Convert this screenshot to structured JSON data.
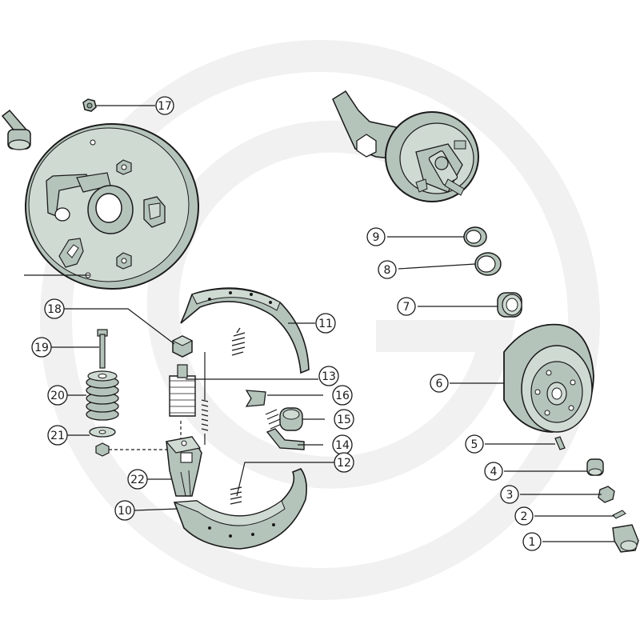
{
  "colors": {
    "part_fill": "#b5c4bb",
    "part_fill_light": "#cfdad3",
    "part_fill_dark": "#8fa398",
    "outline": "#1a1a1a",
    "watermark": "#f2f2f2",
    "background": "#ffffff"
  },
  "callouts": [
    {
      "id": "c1",
      "label": "1"
    },
    {
      "id": "c2",
      "label": "2"
    },
    {
      "id": "c3",
      "label": "3"
    },
    {
      "id": "c4",
      "label": "4"
    },
    {
      "id": "c5",
      "label": "5"
    },
    {
      "id": "c6",
      "label": "6"
    },
    {
      "id": "c7",
      "label": "7"
    },
    {
      "id": "c8",
      "label": "8"
    },
    {
      "id": "c9",
      "label": "9"
    },
    {
      "id": "c10",
      "label": "10"
    },
    {
      "id": "c11",
      "label": "11"
    },
    {
      "id": "c12",
      "label": "12"
    },
    {
      "id": "c13",
      "label": "13"
    },
    {
      "id": "c14",
      "label": "14"
    },
    {
      "id": "c15",
      "label": "15"
    },
    {
      "id": "c16",
      "label": "16"
    },
    {
      "id": "c17",
      "label": "17"
    },
    {
      "id": "c18",
      "label": "18"
    },
    {
      "id": "c19",
      "label": "19"
    },
    {
      "id": "c20",
      "label": "20"
    },
    {
      "id": "c21",
      "label": "21"
    },
    {
      "id": "c22",
      "label": "22"
    }
  ]
}
